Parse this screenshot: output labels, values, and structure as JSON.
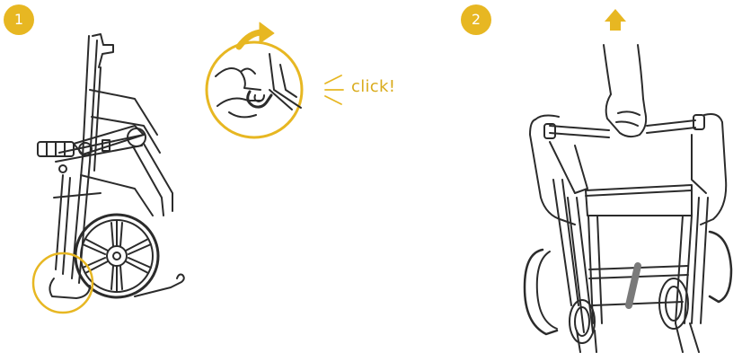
{
  "steps": [
    {
      "number": "1"
    },
    {
      "number": "2"
    }
  ],
  "callout": {
    "text": "click!"
  },
  "icons": {
    "up_arrow": "up-arrow-icon",
    "curved_arrow": "curved-arrow-icon"
  },
  "colors": {
    "accent": "#e7b722",
    "line": "#2b2b2b",
    "strap": "#7a7a7a"
  }
}
